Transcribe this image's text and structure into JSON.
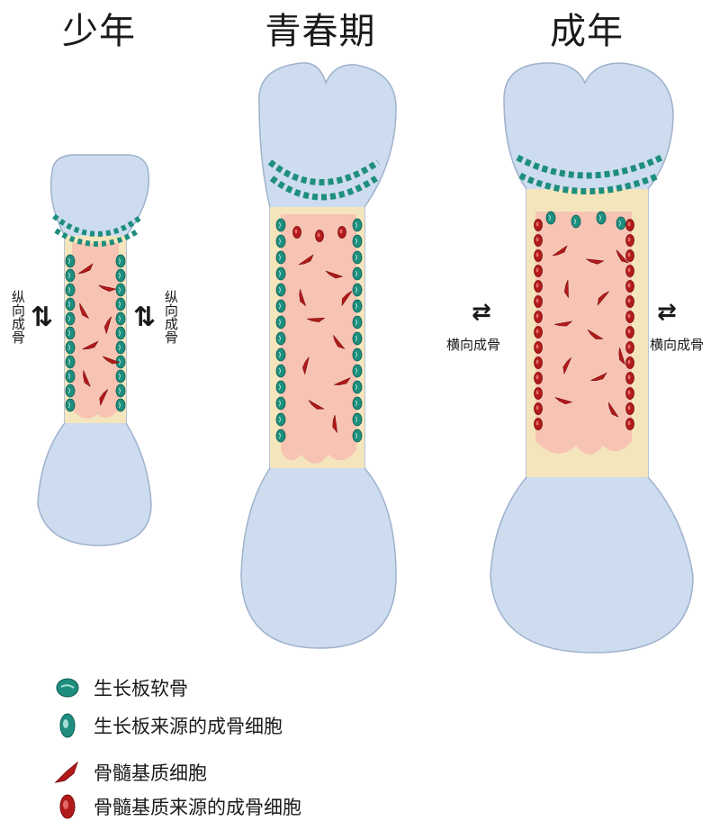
{
  "titles": {
    "juvenile": "少年",
    "adolescent": "青春期",
    "adult": "成年"
  },
  "annotations": {
    "longitudinal": "纵向成骨",
    "transverse": "横向成骨"
  },
  "legend": [
    {
      "label": "生长板软骨",
      "color": "#1e8e7e"
    },
    {
      "label": "生长板来源的成骨细胞",
      "color": "#1e8e7e"
    },
    {
      "label": "骨髓基质细胞",
      "color": "#b31a1a"
    },
    {
      "label": "骨髓基质来源的成骨细胞",
      "color": "#b31a1a"
    }
  ],
  "colors": {
    "bone": "#cddcef",
    "cortex": "#f5e5bd",
    "marrow": "#f7c4b4",
    "teal": "#1e8e7e",
    "red": "#b31a1a"
  }
}
